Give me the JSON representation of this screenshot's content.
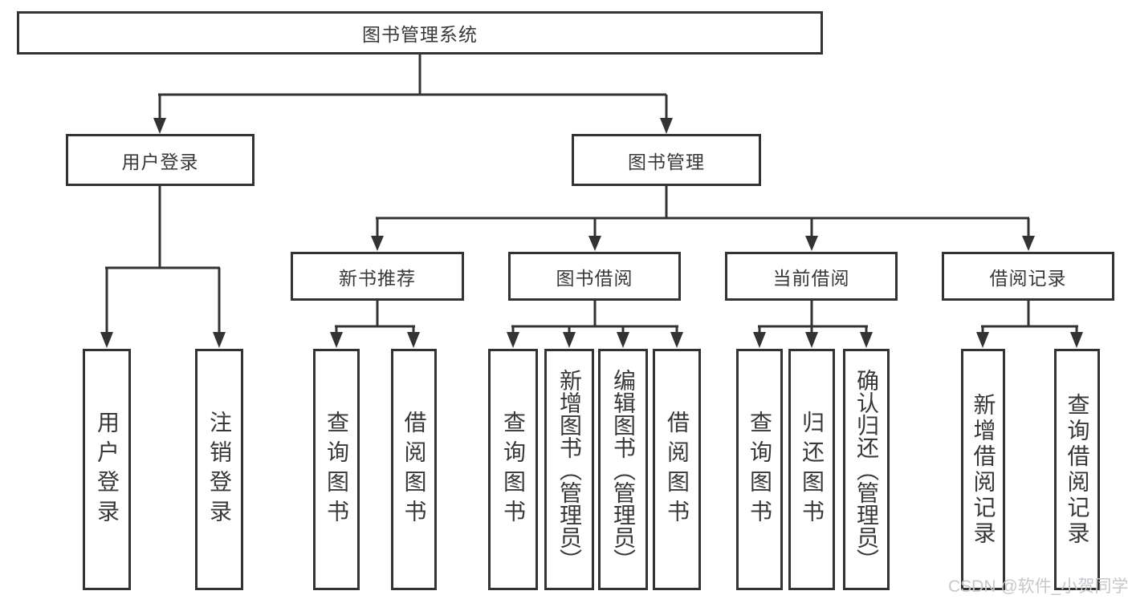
{
  "diagram": {
    "type": "hierarchy-tree",
    "title": "图书管理系统",
    "colors": {
      "line": "#333333",
      "box_border": "#333333",
      "text": "#383838",
      "background": "#ffffff",
      "watermark": "#c7c7cc"
    },
    "tree": {
      "label": "图书管理系统",
      "children": [
        {
          "label": "用户登录",
          "children": [
            {
              "label": "用户登录"
            },
            {
              "label": "注销登录"
            }
          ]
        },
        {
          "label": "图书管理",
          "children": [
            {
              "label": "新书推荐",
              "children": [
                {
                  "label": "查询图书"
                },
                {
                  "label": "借阅图书"
                }
              ]
            },
            {
              "label": "图书借阅",
              "children": [
                {
                  "label": "查询图书"
                },
                {
                  "label": "新增图书（管理员）"
                },
                {
                  "label": "编辑图书（管理员）"
                },
                {
                  "label": "借阅图书"
                }
              ]
            },
            {
              "label": "当前借阅",
              "children": [
                {
                  "label": "查询图书"
                },
                {
                  "label": "归还图书"
                },
                {
                  "label": "确认归还（管理员）"
                }
              ]
            },
            {
              "label": "借阅记录",
              "children": [
                {
                  "label": "新增借阅记录"
                },
                {
                  "label": "查询借阅记录"
                }
              ]
            }
          ]
        }
      ]
    },
    "watermark": "CSDN @软件_小贺同学"
  }
}
